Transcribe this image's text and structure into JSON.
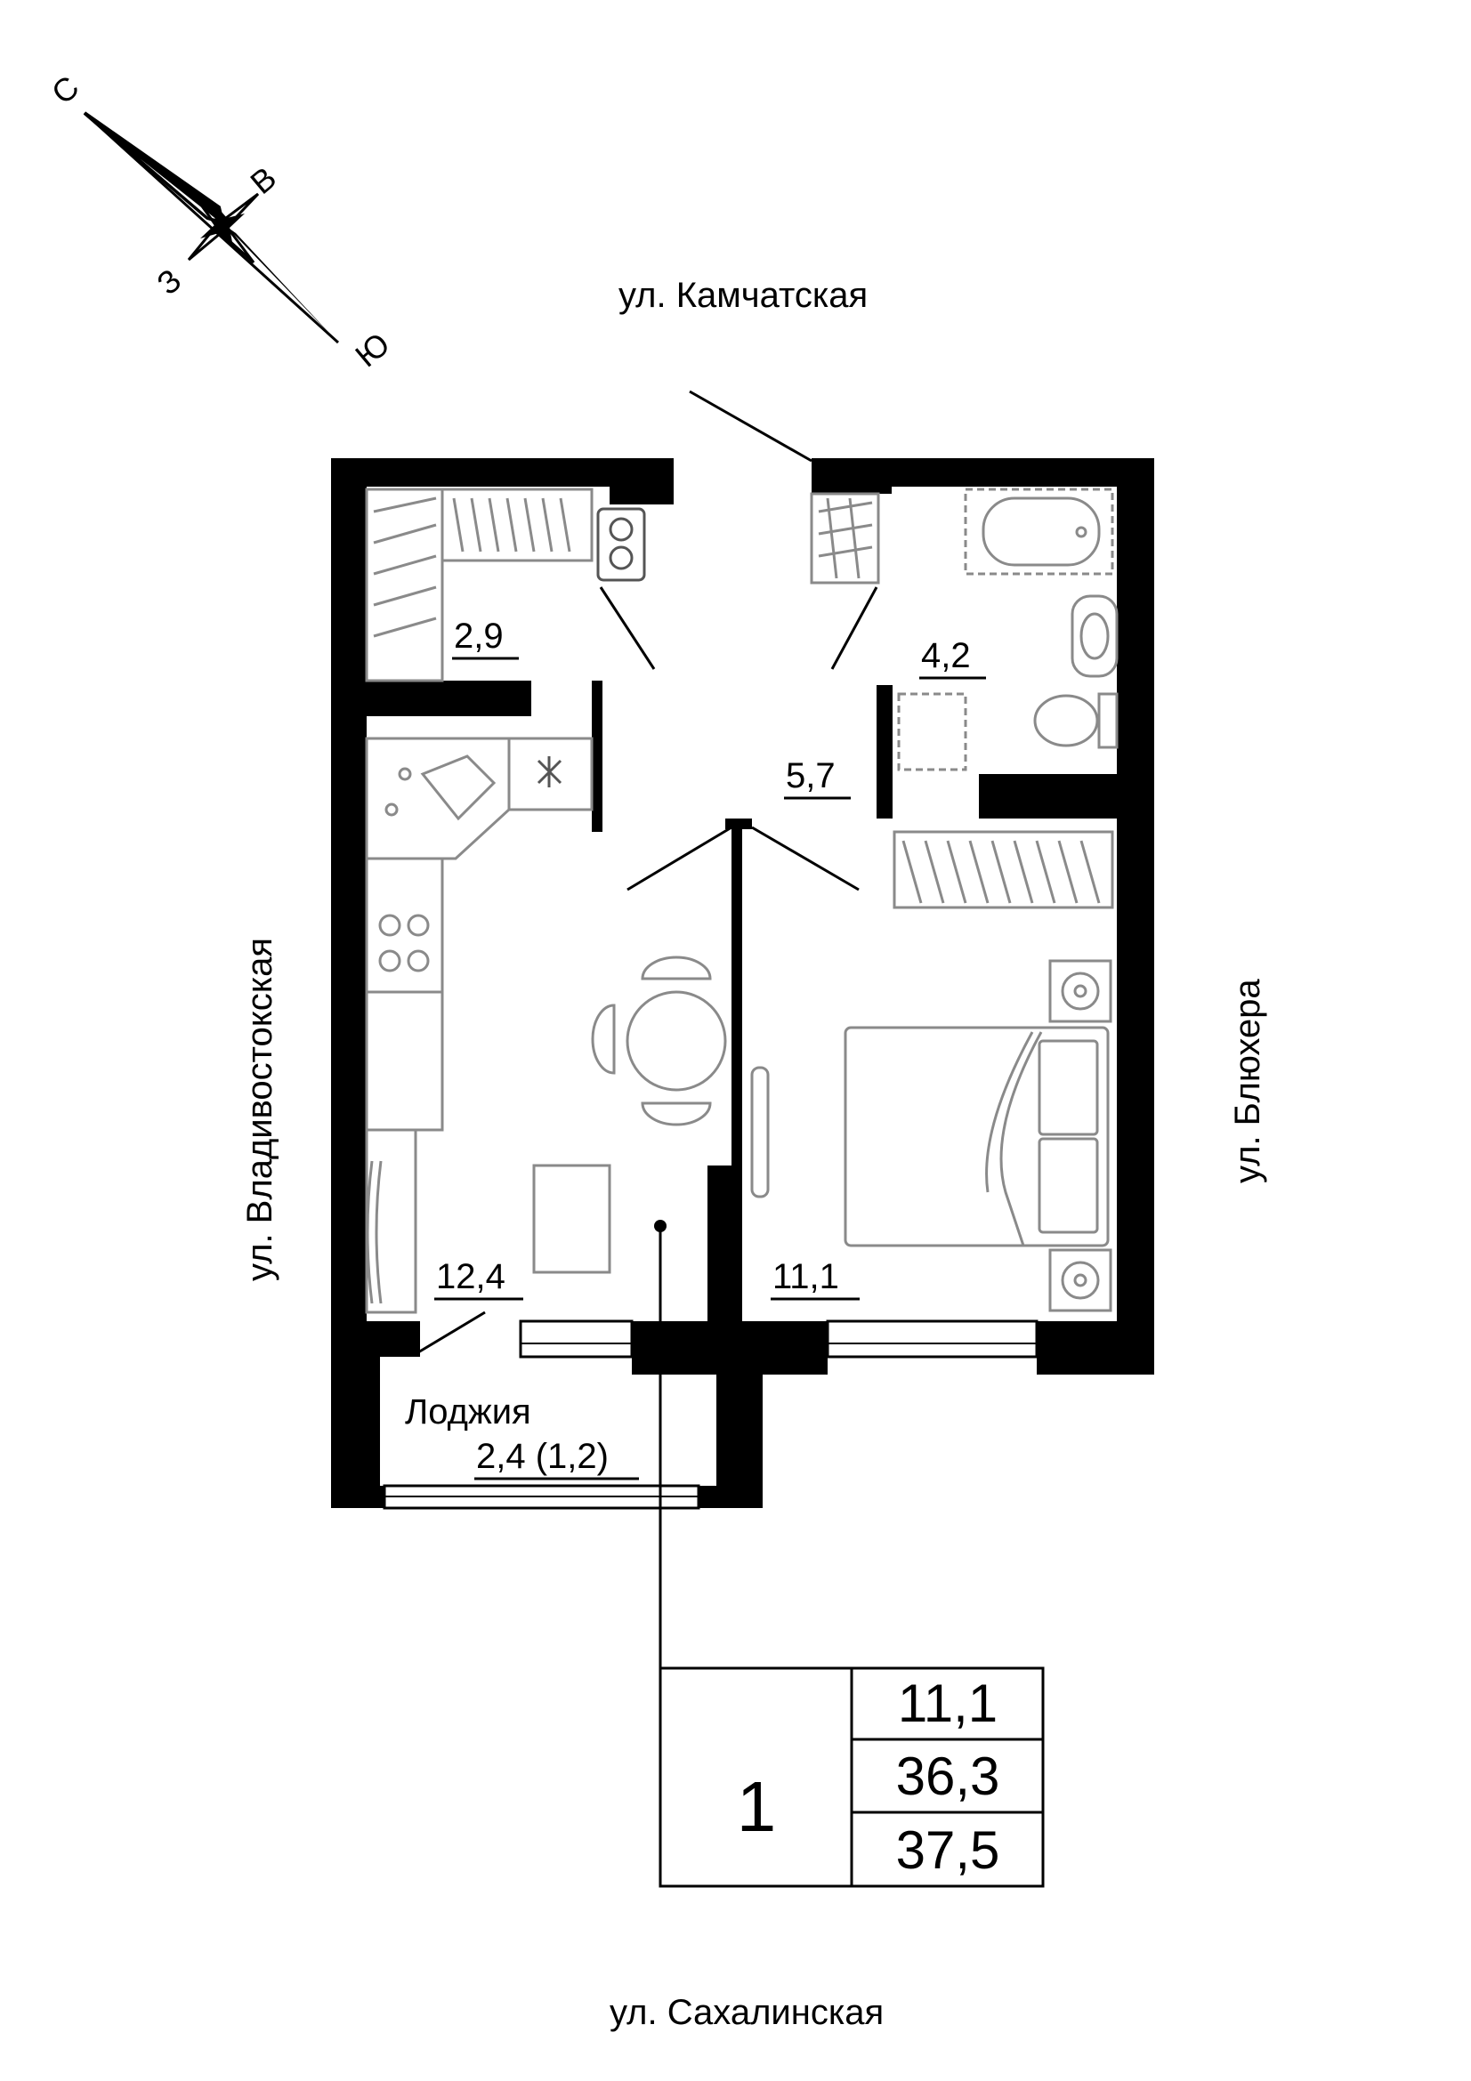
{
  "compass": {
    "north": "С",
    "east": "В",
    "west": "З",
    "south": "Ю"
  },
  "streets": {
    "top": "ул. Камчатская",
    "left": "ул. Владивостокская",
    "right": "ул. Блюхера",
    "bottom": "ул. Сахалинская"
  },
  "rooms": {
    "storage": "2,9",
    "bathroom": "4,2",
    "hall": "5,7",
    "kitchen_living": "12,4",
    "bedroom": "11,1",
    "loggia_name": "Лоджия",
    "loggia_area": "2,4 (1,2)"
  },
  "summary": {
    "rooms_count": "1",
    "living_area": "11,1",
    "total_area": "36,3",
    "total_with_loggia": "37,5"
  }
}
